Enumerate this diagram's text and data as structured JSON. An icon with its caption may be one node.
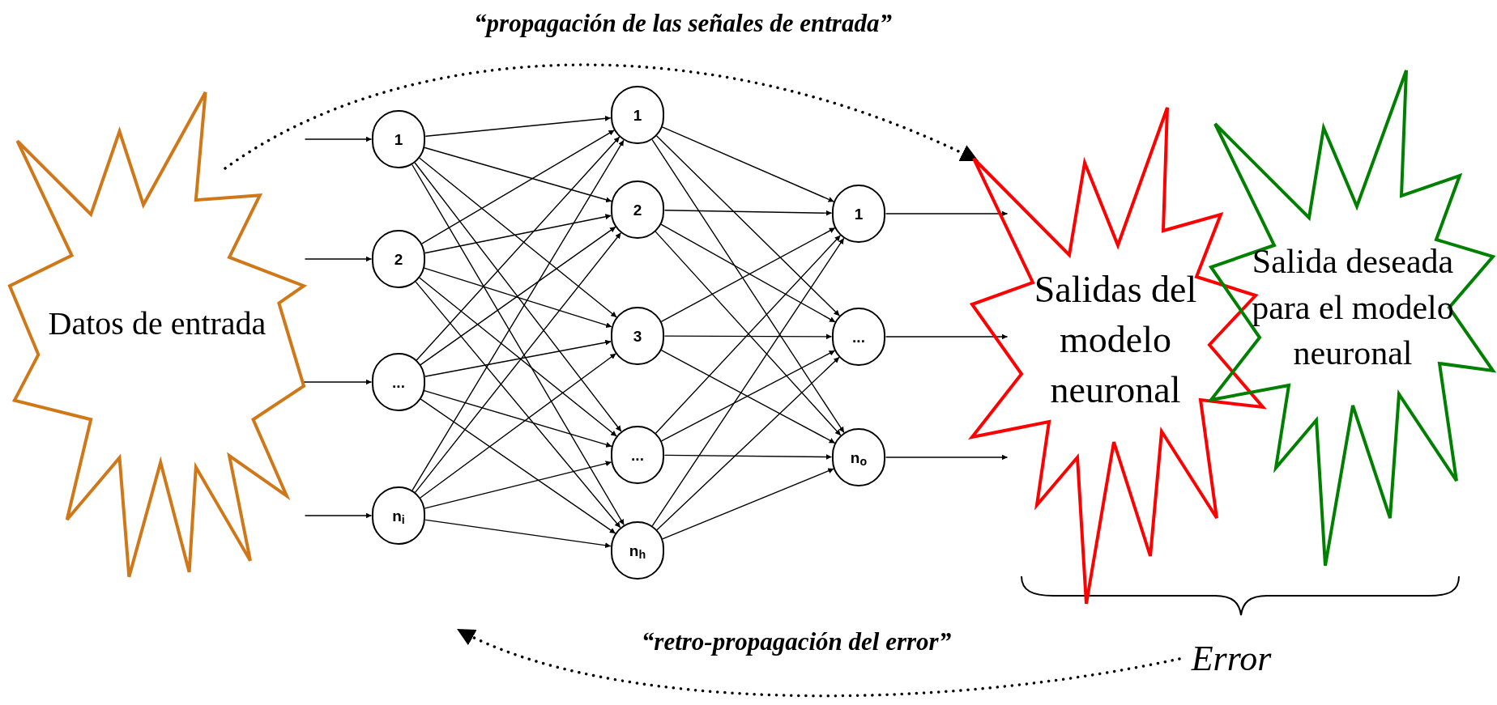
{
  "diagram": {
    "nodes": [
      {
        "text": [
          "Datos de entrada"
        ]
      },
      {
        "text": [
          "1"
        ]
      },
      {
        "text": [
          "2"
        ]
      },
      {
        "text": [
          "..."
        ]
      },
      {
        "text": [
          "n$_{i}$"
        ]
      },
      {
        "text": [
          "1"
        ]
      },
      {
        "text": [
          "2"
        ]
      },
      {
        "text": [
          "3"
        ]
      },
      {
        "text": [
          "..."
        ]
      },
      {
        "text": [
          "n$_{h}$"
        ]
      },
      {
        "text": [
          "1"
        ]
      },
      {
        "text": [
          "..."
        ]
      },
      {
        "text": [
          "n$_{o}$"
        ]
      },
      {
        "text": [
          "Salidas del modelo neuronal"
        ]
      },
      {
        "text": [
          "Salida deseada para el modelo neuronal"
        ]
      },
      {
        "text": [
          "Error"
        ]
      }
    ],
    "edges": [
      {
        "from": null,
        "to": 1,
        "arrow": "to"
      },
      {
        "from": null,
        "to": 2,
        "arrow": "to"
      },
      {
        "from": 0,
        "to": 3,
        "arrow": "to"
      },
      {
        "from": null,
        "to": 4,
        "arrow": "to"
      },
      {
        "from": 1,
        "to": 5,
        "arrow": "to"
      },
      {
        "from": 1,
        "to": 6,
        "arrow": "to"
      },
      {
        "from": 1,
        "to": 7,
        "arrow": "to"
      },
      {
        "from": 1,
        "to": 8,
        "arrow": "to"
      },
      {
        "from": 1,
        "to": 9,
        "arrow": "to"
      },
      {
        "from": 2,
        "to": 5,
        "arrow": "to"
      },
      {
        "from": 2,
        "to": 6,
        "arrow": "to"
      },
      {
        "from": 2,
        "to": 7,
        "arrow": "to"
      },
      {
        "from": 2,
        "to": 8,
        "arrow": "to"
      },
      {
        "from": 2,
        "to": 9,
        "arrow": "to"
      },
      {
        "from": 3,
        "to": 5,
        "arrow": "to"
      },
      {
        "from": 3,
        "to": 6,
        "arrow": "to"
      },
      {
        "from": 3,
        "to": 7,
        "arrow": "to"
      },
      {
        "from": 3,
        "to": 8,
        "arrow": "to"
      },
      {
        "from": 3,
        "to": 9,
        "arrow": "to"
      },
      {
        "from": 4,
        "to": 5,
        "arrow": "to"
      },
      {
        "from": 4,
        "to": 6,
        "arrow": "to"
      },
      {
        "from": 4,
        "to": 7,
        "arrow": "to"
      },
      {
        "from": 4,
        "to": 8,
        "arrow": "to"
      },
      {
        "from": 4,
        "to": 9,
        "arrow": "to"
      },
      {
        "from": 5,
        "to": 10,
        "arrow": "to"
      },
      {
        "from": 5,
        "to": 11,
        "arrow": "to"
      },
      {
        "from": 5,
        "to": 12,
        "arrow": "to"
      },
      {
        "from": 6,
        "to": 10,
        "arrow": "to"
      },
      {
        "from": 6,
        "to": 11,
        "arrow": "to"
      },
      {
        "from": 6,
        "to": 12,
        "arrow": "to"
      },
      {
        "from": 7,
        "to": 10,
        "arrow": "to"
      },
      {
        "from": 7,
        "to": 11,
        "arrow": "to"
      },
      {
        "from": 7,
        "to": 12,
        "arrow": "to"
      },
      {
        "from": 8,
        "to": 10,
        "arrow": "to"
      },
      {
        "from": 8,
        "to": 11,
        "arrow": "to"
      },
      {
        "from": 8,
        "to": 12,
        "arrow": "to"
      },
      {
        "from": 9,
        "to": 10,
        "arrow": "to"
      },
      {
        "from": 9,
        "to": 11,
        "arrow": "to"
      },
      {
        "from": 9,
        "to": 12,
        "arrow": "to"
      },
      {
        "from": 10,
        "to": 13,
        "arrow": "to"
      },
      {
        "from": 11,
        "to": 13,
        "arrow": "to"
      },
      {
        "from": 12,
        "to": 13,
        "arrow": "to"
      },
      {
        "from": 0,
        "to": 13,
        "arrow": "to",
        "style": "dashed",
        "label": "“propagación de las señales de entrada”"
      },
      {
        "from": 15,
        "to": null,
        "arrow": "to",
        "style": "dashed",
        "label": "“retro-propagación del error”"
      }
    ]
  }
}
